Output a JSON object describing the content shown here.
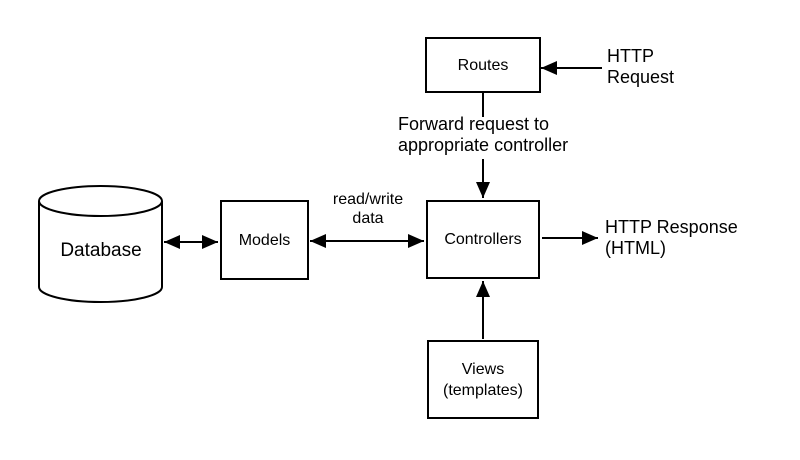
{
  "diagram": {
    "background_color": "#ffffff",
    "stroke_color": "#000000",
    "text_color": "#000000",
    "nodes": {
      "routes": {
        "label": "Routes",
        "shape": "rectangle"
      },
      "database": {
        "label": "Database",
        "shape": "cylinder"
      },
      "models": {
        "label": "Models",
        "shape": "rectangle"
      },
      "controllers": {
        "label": "Controllers",
        "shape": "rectangle"
      },
      "views": {
        "label": "Views\n(templates)",
        "shape": "rectangle"
      }
    },
    "annotations": {
      "http_request": "HTTP\nRequest",
      "forward_request": "Forward request to\nappropriate controller",
      "read_write": "read/write\ndata",
      "http_response": "HTTP Response\n(HTML)"
    },
    "edges": [
      {
        "from": "http-request-note",
        "to": "routes",
        "type": "arrow"
      },
      {
        "from": "routes",
        "to": "controllers",
        "type": "arrow",
        "label": "Forward request to appropriate controller"
      },
      {
        "from": "database",
        "to": "models",
        "type": "double-arrow"
      },
      {
        "from": "models",
        "to": "controllers",
        "type": "double-arrow",
        "label": "read/write data"
      },
      {
        "from": "controllers",
        "to": "http-response-note",
        "type": "arrow"
      },
      {
        "from": "views",
        "to": "controllers",
        "type": "arrow"
      }
    ]
  }
}
